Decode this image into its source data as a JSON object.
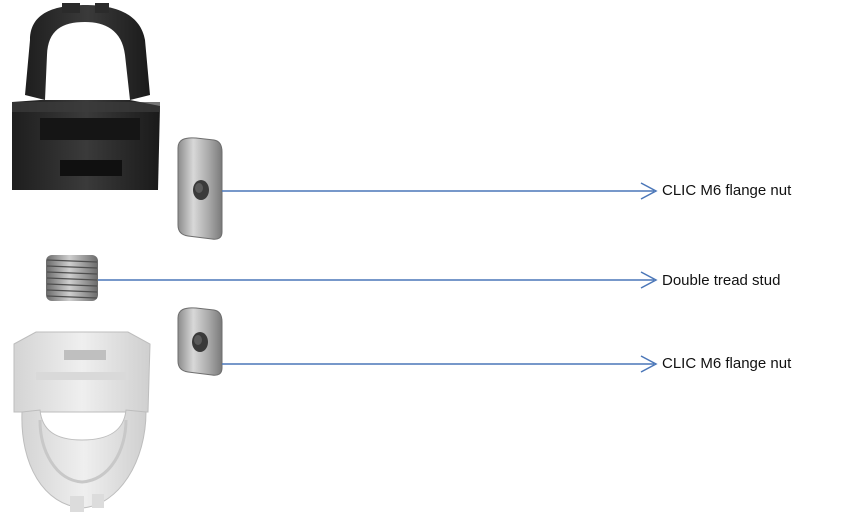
{
  "labels": {
    "flange_nut_top": "CLIC M6 flange nut",
    "stud": "Double tread stud",
    "flange_nut_bottom": "CLIC M6 flange nut"
  },
  "colors": {
    "arrow": "#4a76b8",
    "black_clip": "#2a2a2a",
    "white_clip": "#e6e6e6",
    "metal": "#a8a8a8"
  },
  "components": [
    {
      "name": "black-pipe-clip",
      "icon": "black-clip-image"
    },
    {
      "name": "flange-nut-top",
      "icon": "flange-nut-image"
    },
    {
      "name": "threaded-stud",
      "icon": "stud-image"
    },
    {
      "name": "flange-nut-bottom",
      "icon": "flange-nut-image"
    },
    {
      "name": "white-pipe-clip",
      "icon": "white-clip-image"
    }
  ]
}
